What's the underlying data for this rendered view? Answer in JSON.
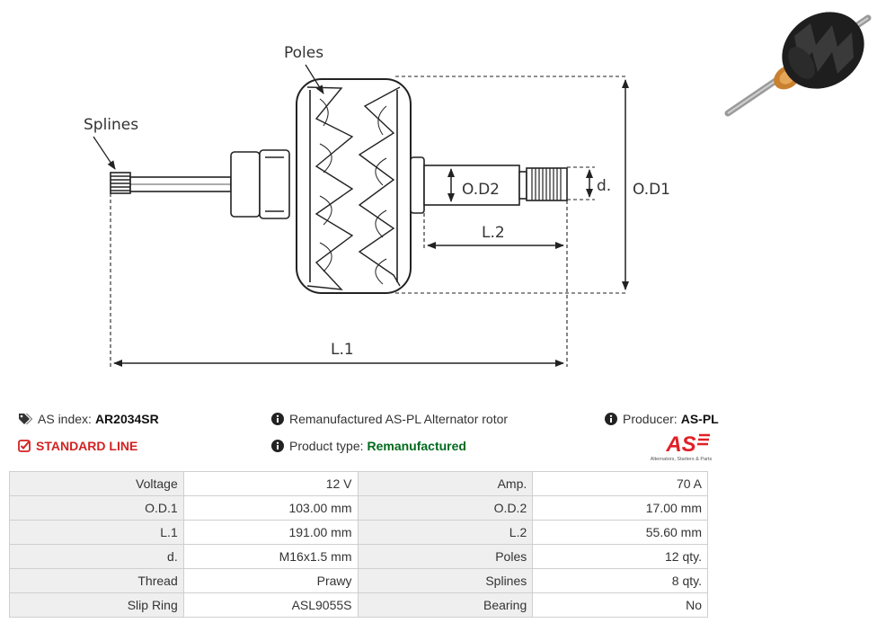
{
  "drawing": {
    "labels": {
      "poles": "Poles",
      "splines": "Splines",
      "od1": "O.D1",
      "od2": "O.D2",
      "d": "d.",
      "l1": "L.1",
      "l2": "L.2"
    }
  },
  "photo": {
    "description_icon": "rotor-photo"
  },
  "info": {
    "as_index_label": "AS index:",
    "as_index_value": "AR2034SR",
    "description": "Remanufactured AS-PL Alternator rotor",
    "producer_label": "Producer:",
    "producer_value": "AS-PL",
    "line_label": "STANDARD LINE",
    "product_type_label": "Product type:",
    "product_type_value": "Remanufactured"
  },
  "logo": {
    "mark": "AS",
    "tagline": "Alternators, Starters & Parts"
  },
  "specs": [
    {
      "label1": "Voltage",
      "value1": "12 V",
      "label2": "Amp.",
      "value2": "70 A"
    },
    {
      "label1": "O.D.1",
      "value1": "103.00 mm",
      "label2": "O.D.2",
      "value2": "17.00 mm"
    },
    {
      "label1": "L.1",
      "value1": "191.00 mm",
      "label2": "L.2",
      "value2": "55.60 mm"
    },
    {
      "label1": "d.",
      "value1": "M16x1.5 mm",
      "label2": "Poles",
      "value2": "12 qty."
    },
    {
      "label1": "Thread",
      "value1": "Prawy",
      "label2": "Splines",
      "value2": "8 qty."
    },
    {
      "label1": "Slip Ring",
      "value1": "ASL9055S",
      "label2": "Bearing",
      "value2": "No"
    }
  ],
  "colors": {
    "accent_red": "#d32222",
    "accent_green": "#006a1d",
    "label_bg": "#efefef",
    "logo_red": "#e21f26"
  }
}
